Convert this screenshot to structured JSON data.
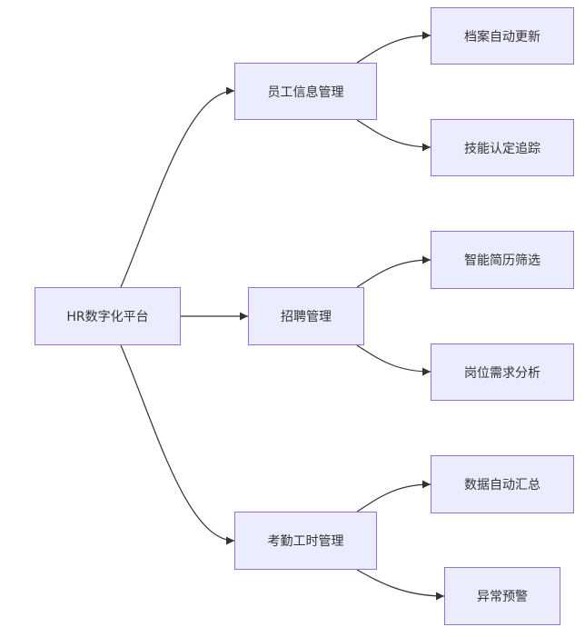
{
  "diagram": {
    "root": {
      "label": "HR数字化平台"
    },
    "branches": [
      {
        "label": "员工信息管理",
        "children": [
          {
            "label": "档案自动更新"
          },
          {
            "label": "技能认定追踪"
          }
        ]
      },
      {
        "label": "招聘管理",
        "children": [
          {
            "label": "智能简历筛选"
          },
          {
            "label": "岗位需求分析"
          }
        ]
      },
      {
        "label": "考勤工时管理",
        "children": [
          {
            "label": "数据自动汇总"
          },
          {
            "label": "异常预警"
          }
        ]
      }
    ]
  },
  "colors": {
    "node_fill": "#ECECFF",
    "node_stroke": "#9370DB",
    "edge": "#333333",
    "text": "#333333"
  }
}
